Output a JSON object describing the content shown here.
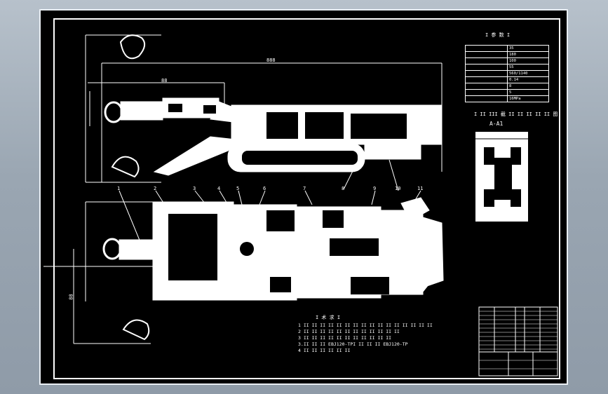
{
  "drawing": {
    "param_table_title": "I 参 数 I",
    "param_values": [
      "35",
      "180",
      "100",
      "55",
      "560/1140",
      "0.14",
      "8",
      "5",
      "16MPa"
    ],
    "section_title": "I II III 截 II II II II II 图",
    "section_label": "A-A1",
    "notes_title": "I 术 求 I",
    "notes_lines": [
      "1 II II II II II II II II II II II II II II II II",
      "2 II II II II II II II II II II II II",
      "3 II II II II II II II II II II II",
      "3.II II II EBJ120-TPI II II II EBJ120-TP",
      "4 II II II II II II"
    ],
    "callouts": [
      "1",
      "2",
      "3",
      "4",
      "5",
      "6",
      "7",
      "8",
      "9",
      "10",
      "11"
    ],
    "dimension_labels": [
      "888",
      "88",
      "88"
    ],
    "title_block": {
      "row_count": 11
    }
  }
}
